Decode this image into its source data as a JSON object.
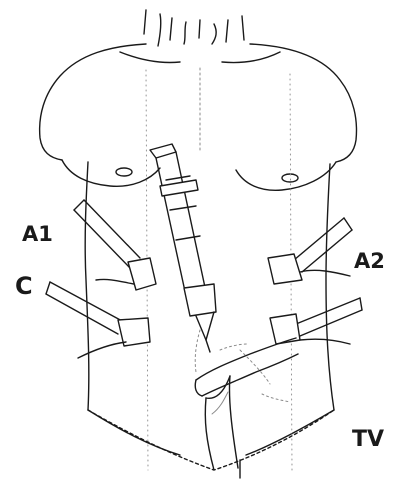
{
  "labels": {
    "a1": "A1",
    "a2": "A2",
    "c": "C",
    "tv": "TV"
  },
  "colors": {
    "ink": "#1a1a1a",
    "faint": "#8a8a8a",
    "background": "#ffffff"
  }
}
